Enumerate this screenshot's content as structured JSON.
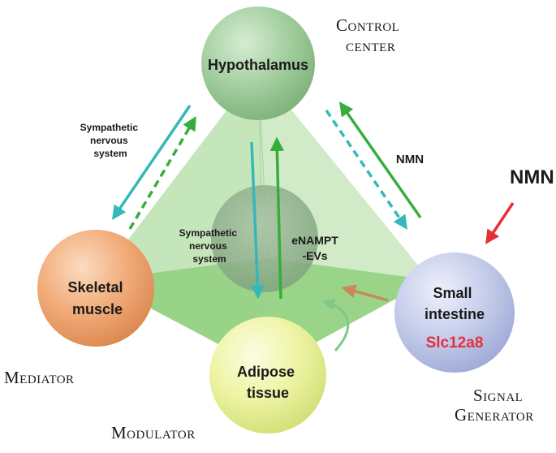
{
  "nodes": {
    "hypothalamus": "Hypothalamus",
    "skeletal_muscle": [
      "Skeletal",
      "muscle"
    ],
    "adipose_tissue": [
      "Adipose",
      "tissue"
    ],
    "small_intestine": [
      "Small",
      "intestine"
    ],
    "slc": "Slc12a8",
    "center": [
      "eNAMPT",
      "-EVs"
    ]
  },
  "roles": {
    "control": [
      "Control",
      "center"
    ],
    "mediator": "Mediator",
    "modulator": "Modulator",
    "signal": [
      "Signal",
      "Generator"
    ]
  },
  "edge_labels": {
    "sns_left": [
      "Sympathetic",
      "nervous",
      "system"
    ],
    "sns_center": [
      "Sympathetic",
      "nervous",
      "system"
    ],
    "nmn_edge": "NMN",
    "nmn_input": "NMN"
  },
  "colors": {
    "teal": "#35b8b8",
    "green": "#36ad3d",
    "red": "#e5303a",
    "brown": "#c9875a"
  }
}
